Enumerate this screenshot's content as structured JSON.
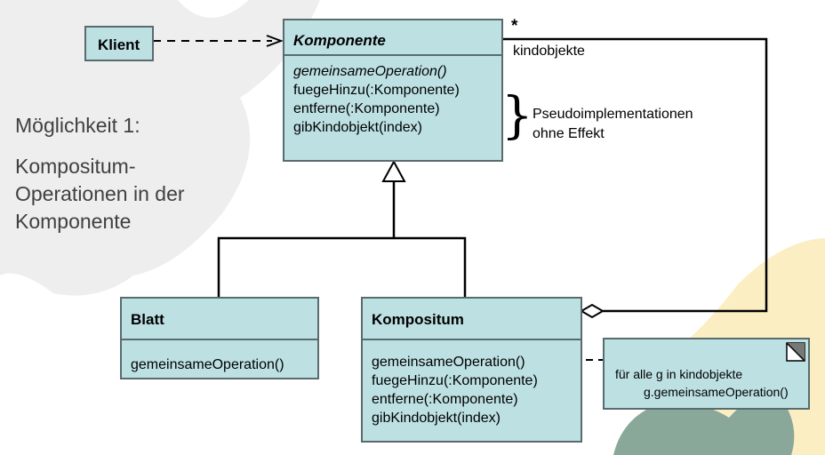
{
  "slide": {
    "option_title": "Möglichkeit 1:",
    "option_desc_lines": [
      "Kompositum-",
      "Operationen in der",
      "Komponente"
    ]
  },
  "classes": {
    "klient": {
      "name": "Klient"
    },
    "komponente": {
      "name": "Komponente",
      "operations": [
        "gemeinsameOperation()",
        "fuegeHinzu(:Komponente)",
        "entferne(:Komponente)",
        "gibKindobjekt(index)"
      ]
    },
    "blatt": {
      "name": "Blatt",
      "operations": [
        "gemeinsameOperation()"
      ]
    },
    "kompositum": {
      "name": "Kompositum",
      "operations": [
        "gemeinsameOperation()",
        "fuegeHinzu(:Komponente)",
        "entferne(:Komponente)",
        "gibKindobjekt(index)"
      ]
    }
  },
  "annotations": {
    "multiplicity": "*",
    "role": "kindobjekte",
    "pseudo_lines": [
      "Pseudoimplementationen",
      "ohne Effekt"
    ],
    "brace": "}"
  },
  "note": {
    "lines": [
      "für alle g in kindobjekte",
      "g.gemeinsameOperation()"
    ]
  },
  "colors": {
    "box_fill": "#bde0e3",
    "box_border": "#5a6b6e",
    "line": "#000000"
  }
}
